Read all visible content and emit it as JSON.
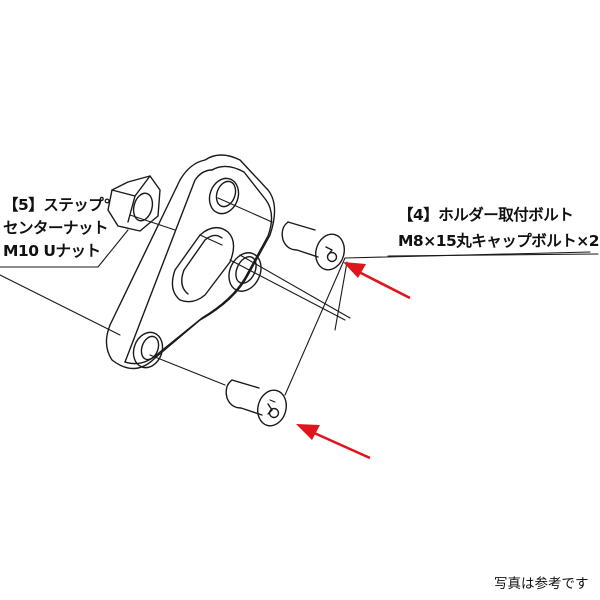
{
  "diagram": {
    "type": "exploded-parts-view",
    "subject": "step holder bracket assembly",
    "parts": [
      {
        "id": "5",
        "label_lines": [
          "【5】ステップ°",
          "センターナット",
          "M10 Uナット"
        ],
        "name": "ステップセンターナット",
        "spec": "M10 Uナット",
        "shape": "hex-nut"
      },
      {
        "id": "4",
        "label_lines": [
          "【4】ホルダー取付ボルト",
          "M8×15丸キャップボルト×2"
        ],
        "name": "ホルダー取付ボルト",
        "spec": "M8×15丸キャップボルト",
        "quantity": 2,
        "shape": "button-head-cap-bolt"
      },
      {
        "id": "bracket",
        "name": "triangular holder plate",
        "shape": "triangular-plate-with-3-holes"
      }
    ],
    "arrows": [
      {
        "points_to": "upper-bolt",
        "color": "#e0141c"
      },
      {
        "points_to": "lower-bolt",
        "color": "#e0141c"
      }
    ],
    "footnote": "写真は参考です"
  },
  "colors": {
    "line": "#1a1a1a",
    "arrow": "#e0141c",
    "background": "#ffffff"
  }
}
